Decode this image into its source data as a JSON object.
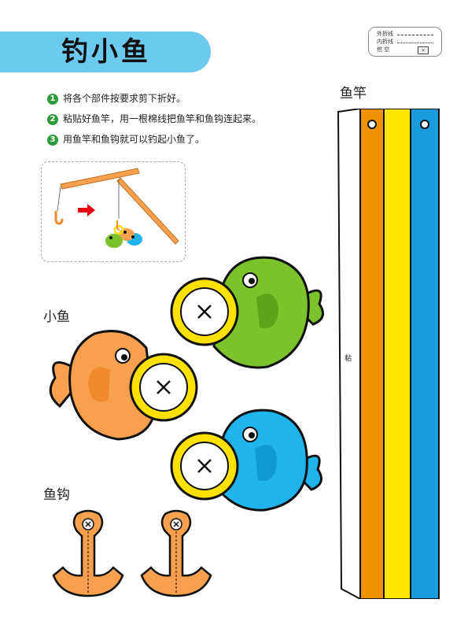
{
  "title": "钓小鱼",
  "legend": {
    "outer_fold": "外折线",
    "inner_fold": "内折线",
    "cut_out": "挖 空",
    "cut_mark": "×"
  },
  "steps": [
    {
      "num": "1",
      "text": "将各个部件按要求剪下折好。"
    },
    {
      "num": "2",
      "text": "粘贴好鱼竿，用一根棉线把鱼竿和鱼钩连起来。"
    },
    {
      "num": "3",
      "text": "用鱼竿和鱼钩就可以钓起小鱼了。"
    }
  ],
  "labels": {
    "fish": "小鱼",
    "hook": "鱼钩",
    "rod": "鱼竿",
    "glue": "粘"
  },
  "fish": [
    {
      "name": "green",
      "body": "#7cc22a",
      "fin": "#5ea418",
      "mouth": "#ffe100"
    },
    {
      "name": "orange",
      "body": "#f7a14f",
      "fin": "#f08a2c",
      "mouth": "#ffe100"
    },
    {
      "name": "blue",
      "body": "#1fb4ee",
      "fin": "#0e98d6",
      "mouth": "#ffe100"
    }
  ],
  "colors": {
    "banner": "#6ccaf1",
    "rod_orange": "#f39200",
    "rod_yellow": "#ffe600",
    "rod_blue": "#1a9be0",
    "hook_orange": "#f7a14f",
    "arrow_red": "#e60012"
  }
}
